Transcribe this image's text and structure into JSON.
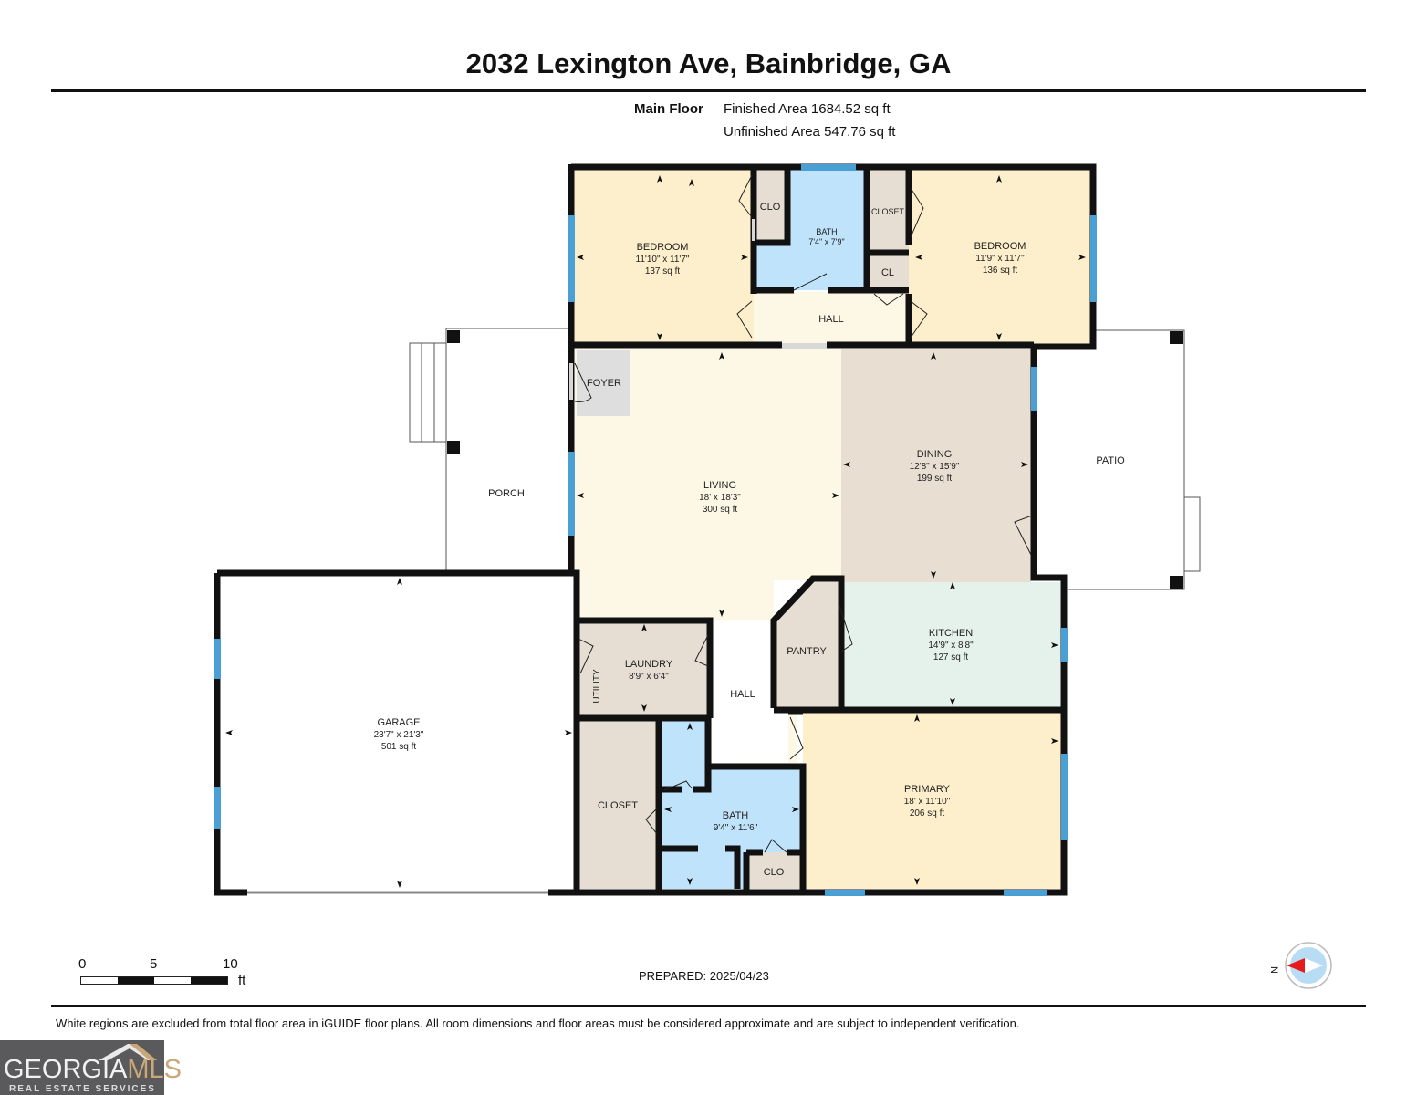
{
  "header": {
    "title": "2032 Lexington Ave, Bainbridge, GA",
    "floor_label": "Main Floor",
    "finished_area": "Finished Area 1684.52 sq ft",
    "unfinished_area": "Unfinished Area 547.76 sq ft"
  },
  "colors": {
    "bedroom": "#fdefcb",
    "living": "#fdf8e6",
    "dining": "#e8dfd2",
    "kitchen": "#e5f2ec",
    "bath": "#bfe3fb",
    "closet": "#e6ded2",
    "foyer": "#dedede",
    "hall": "#fdf8e6",
    "wall": "#111111",
    "window": "#4a9fd4"
  },
  "rooms": {
    "bedroom_left": {
      "name": "BEDROOM",
      "dims": "11'10\" x 11'7\"",
      "area": "137 sq ft"
    },
    "bedroom_right": {
      "name": "BEDROOM",
      "dims": "11'9\" x 11'7\"",
      "area": "136 sq ft"
    },
    "bath_upper": {
      "name": "BATH",
      "dims": "7'4\" x 7'9\""
    },
    "clo_upper": {
      "name": "CLO"
    },
    "closet_upper": {
      "name": "CLOSET"
    },
    "cl_upper": {
      "name": "CL"
    },
    "hall_upper": {
      "name": "HALL"
    },
    "foyer": {
      "name": "FOYER"
    },
    "living": {
      "name": "LIVING",
      "dims": "18' x 18'3\"",
      "area": "300 sq ft"
    },
    "dining": {
      "name": "DINING",
      "dims": "12'8\" x 15'9\"",
      "area": "199 sq ft"
    },
    "patio": {
      "name": "PATIO"
    },
    "porch": {
      "name": "PORCH"
    },
    "garage": {
      "name": "GARAGE",
      "dims": "23'7\" x 21'3\"",
      "area": "501 sq ft"
    },
    "pantry": {
      "name": "PANTRY"
    },
    "kitchen": {
      "name": "KITCHEN",
      "dims": "14'9\" x 8'8\"",
      "area": "127 sq ft"
    },
    "laundry": {
      "name": "LAUNDRY",
      "dims": "8'9\" x 6'4\""
    },
    "utility": {
      "name": "UTILITY"
    },
    "hall_lower": {
      "name": "HALL"
    },
    "closet_lower": {
      "name": "CLOSET"
    },
    "bath_lower": {
      "name": "BATH",
      "dims": "9'4\" x 11'6\""
    },
    "clo_lower": {
      "name": "CLO"
    },
    "primary": {
      "name": "PRIMARY",
      "dims": "18' x 11'10\"",
      "area": "206 sq ft"
    }
  },
  "scale": {
    "ticks": [
      "0",
      "5",
      "10"
    ],
    "unit": "ft"
  },
  "compass": {
    "label": "N"
  },
  "footer": {
    "prepared": "PREPARED: 2025/04/23",
    "disclaimer": "White regions are excluded from total floor area in iGUIDE floor plans. All room dimensions and floor areas must be considered approximate and are subject to independent verification."
  },
  "logo": {
    "main": "GEORGIA",
    "accent": "MLS",
    "sub": "REAL ESTATE SERVICES"
  }
}
